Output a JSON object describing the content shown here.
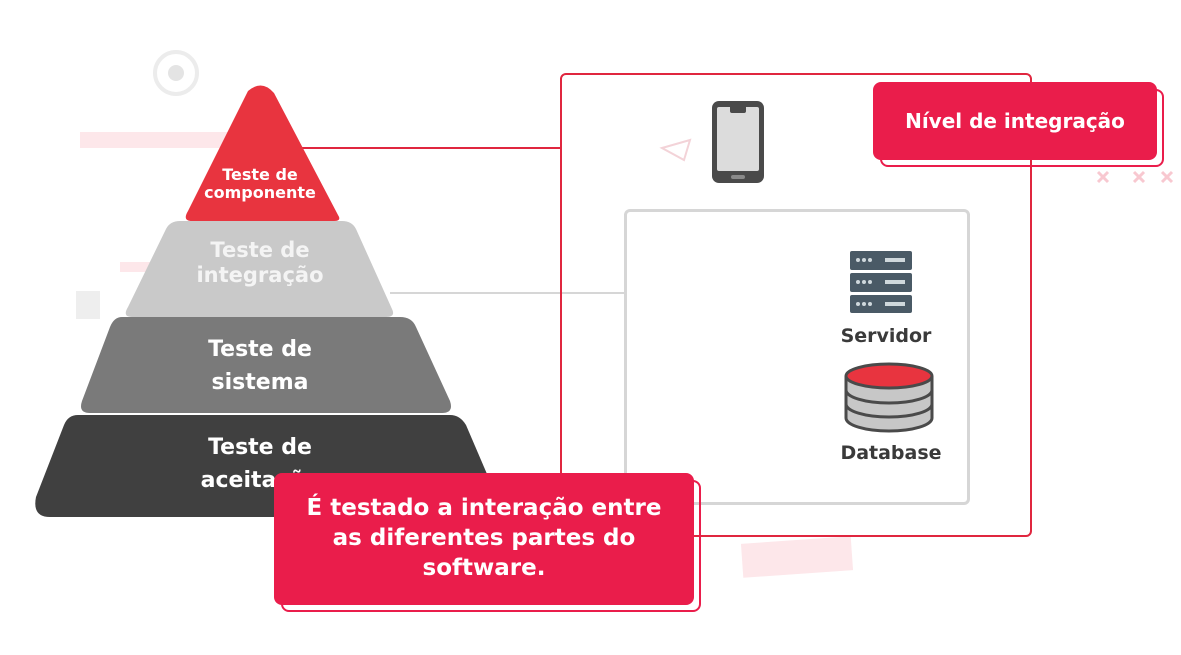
{
  "pyramid": {
    "levels": [
      {
        "line1": "Teste de",
        "line2": "componente"
      },
      {
        "line1": "Teste de",
        "line2": "integração"
      },
      {
        "line1": "Teste de",
        "line2": "sistema"
      },
      {
        "line1": "Teste de",
        "line2": "aceitação"
      }
    ]
  },
  "panel": {
    "title": "Nível de integração",
    "nodes": {
      "server": "Servidor",
      "database": "Database"
    }
  },
  "callout": {
    "text": "É testado a interação entre as diferentes partes do software."
  },
  "colors": {
    "accent": "#ea1d4b",
    "level1": "#e8343f",
    "level2": "#c9c9c9",
    "level3": "#7a7a7a",
    "level4": "#404040"
  }
}
